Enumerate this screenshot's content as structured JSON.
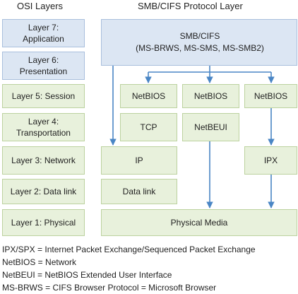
{
  "headings": {
    "osi": "OSI Layers",
    "smb": "SMB/CIFS Protocol Layer"
  },
  "osi_layers": [
    [
      "Layer 7:",
      "Application"
    ],
    [
      "Layer 6:",
      "Presentation"
    ],
    [
      "Layer 5: Session"
    ],
    [
      "Layer 4:",
      "Transportation"
    ],
    [
      "Layer 3: Network"
    ],
    [
      "Layer 2: Data link"
    ],
    [
      "Layer 1: Physical"
    ]
  ],
  "protocol": {
    "smb_line1": "SMB/CIFS",
    "smb_line2": "(MS-BRWS, MS-SMS, MS-SMB2)",
    "netbios_1": "NetBIOS",
    "netbios_2": "NetBIOS",
    "netbios_3": "NetBIOS",
    "tcp": "TCP",
    "netbeui": "NetBEUI",
    "ip": "IP",
    "ipx": "IPX",
    "data_link": "Data link",
    "physical_media": "Physical Media"
  },
  "legend": [
    "IPX/SPX = Internet Packet Exchange/Sequenced Packet Exchange",
    "NetBIOS = Network",
    "NetBEUI = NetBIOS Extended User Interface",
    "MS-BRWS = CIFS Browser Protocol = Microsoft Browser"
  ],
  "colors": {
    "upper_layer_fill": "#dce6f3",
    "lower_layer_fill": "#e8f1dc",
    "arrow": "#4a86c5"
  }
}
